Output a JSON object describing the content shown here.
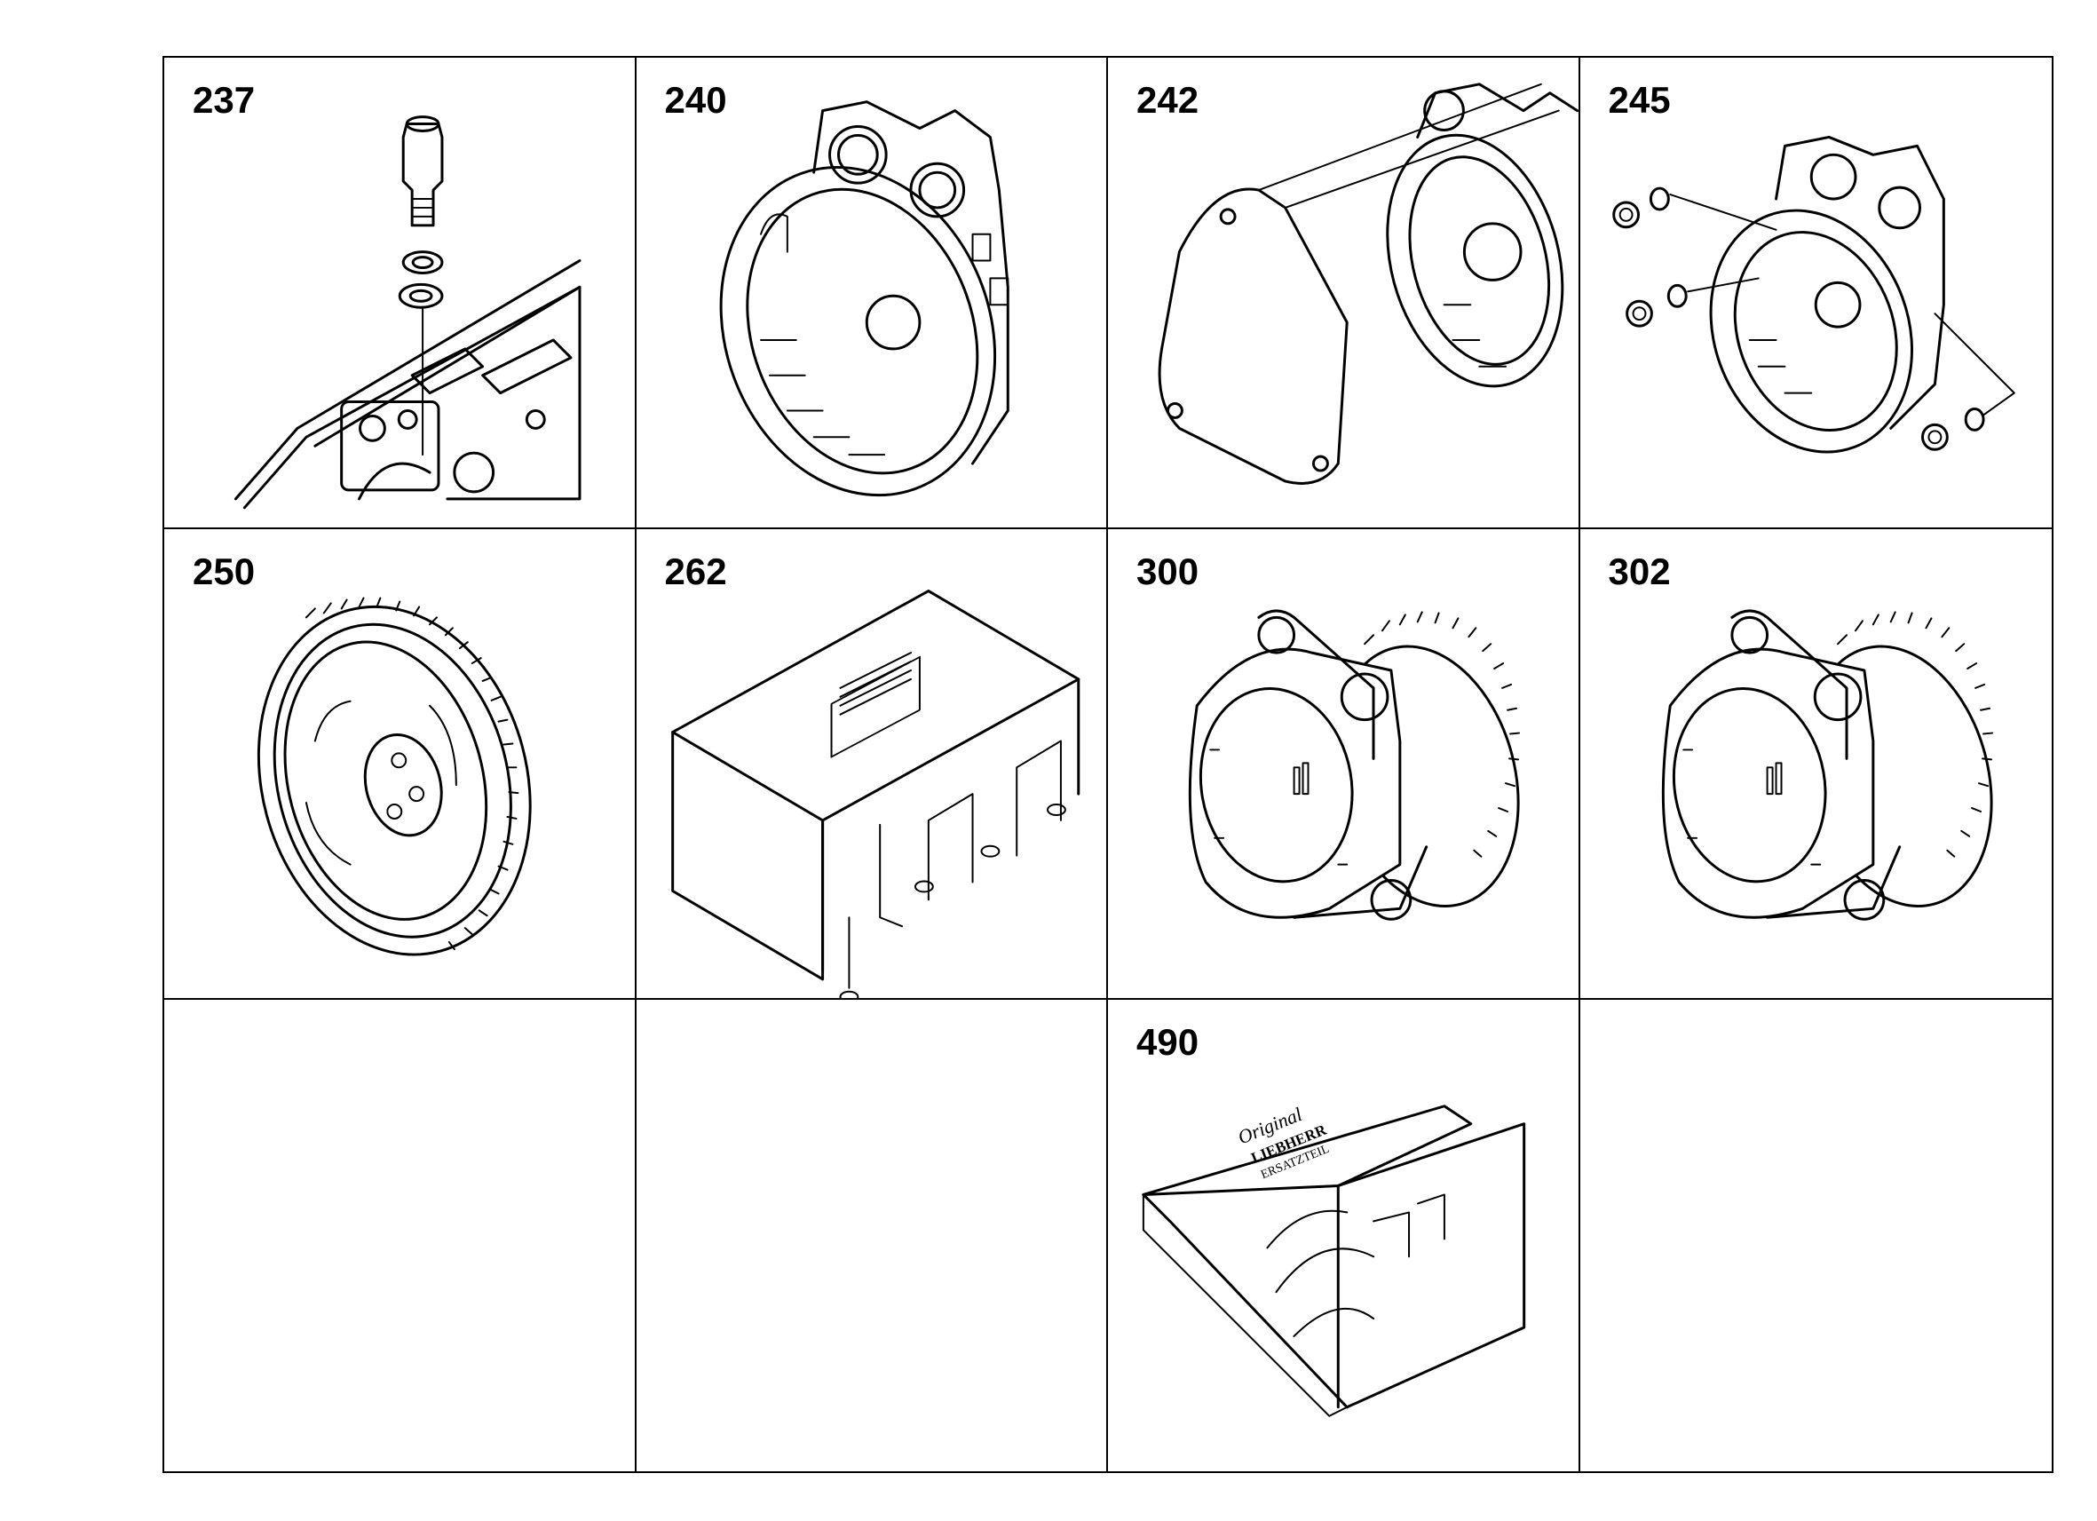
{
  "cells": [
    {
      "number": "237",
      "part": "banjo-bolt-with-seals"
    },
    {
      "number": "240",
      "part": "flywheel-housing"
    },
    {
      "number": "242",
      "part": "housing-cover-plate"
    },
    {
      "number": "245",
      "part": "flywheel-housing-with-screws"
    },
    {
      "number": "250",
      "part": "flywheel-with-ring-gear"
    },
    {
      "number": "262",
      "part": "protective-cover"
    },
    {
      "number": "300",
      "part": "power-take-off"
    },
    {
      "number": "302",
      "part": "power-take-off"
    },
    {
      "number": "",
      "part": ""
    },
    {
      "number": "",
      "part": ""
    },
    {
      "number": "490",
      "part": "parts-kit-box"
    },
    {
      "number": "",
      "part": ""
    }
  ],
  "kit_box": {
    "line1": "Original",
    "line2": "LIEBHERR",
    "line3": "ERSATZTEIL"
  }
}
